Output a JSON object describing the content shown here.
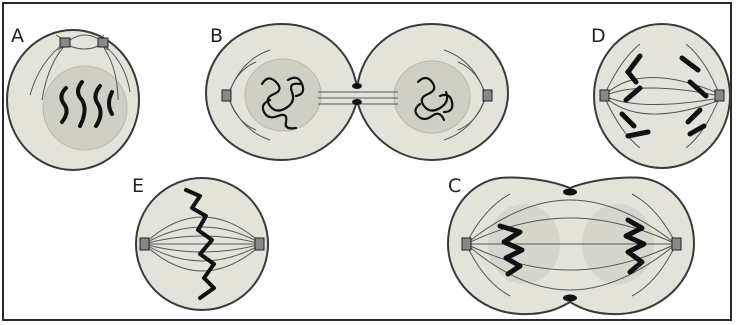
{
  "figure": {
    "panels": [
      {
        "id": "A",
        "label": "A"
      },
      {
        "id": "B",
        "label": "B"
      },
      {
        "id": "C",
        "label": "C"
      },
      {
        "id": "D",
        "label": "D"
      },
      {
        "id": "E",
        "label": "E"
      }
    ]
  },
  "colors": {
    "cell_fill": "#e3e3da",
    "cell_outline": "#3a3a3a",
    "nucleus_fill": "#cfcfc4",
    "chromosome": "#111111",
    "spindle": "#555555",
    "frame": "#2a2a2a"
  }
}
